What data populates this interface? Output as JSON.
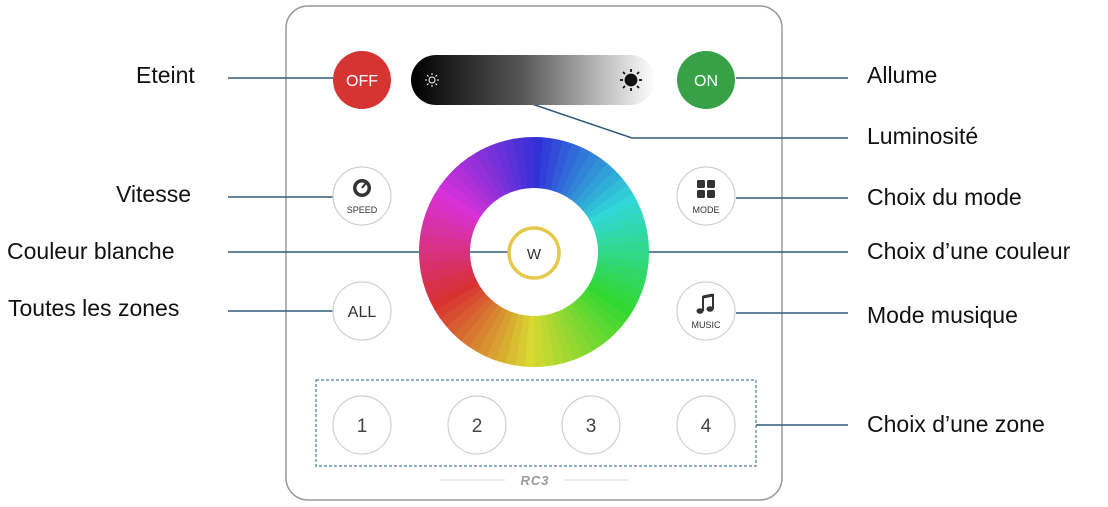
{
  "labels": {
    "off": "Eteint",
    "on": "Allume",
    "brightness": "Luminosité",
    "speed": "Vitesse",
    "white": "Couleur blanche",
    "all_zones": "Toutes les zones",
    "mode": "Choix du mode",
    "color": "Choix d’une couleur",
    "music": "Mode musique",
    "zone": "Choix d’une zone"
  },
  "buttons": {
    "off": "OFF",
    "on": "ON",
    "speed": "SPEED",
    "mode": "MODE",
    "music": "MUSIC",
    "all": "ALL",
    "white": "W",
    "zones": [
      "1",
      "2",
      "3",
      "4"
    ]
  },
  "brand": "RC3",
  "colors": {
    "off_button": "#d63333",
    "on_button": "#38a148",
    "white_ring": "#e6c84a",
    "leader_line": "#2e5a78",
    "zone_border": "#4a7ea8"
  },
  "icons": {
    "brightness_low": "sun-small-icon",
    "brightness_high": "sun-large-icon",
    "speed": "speedometer-icon",
    "mode": "four-squares-icon",
    "music": "music-note-icon"
  }
}
